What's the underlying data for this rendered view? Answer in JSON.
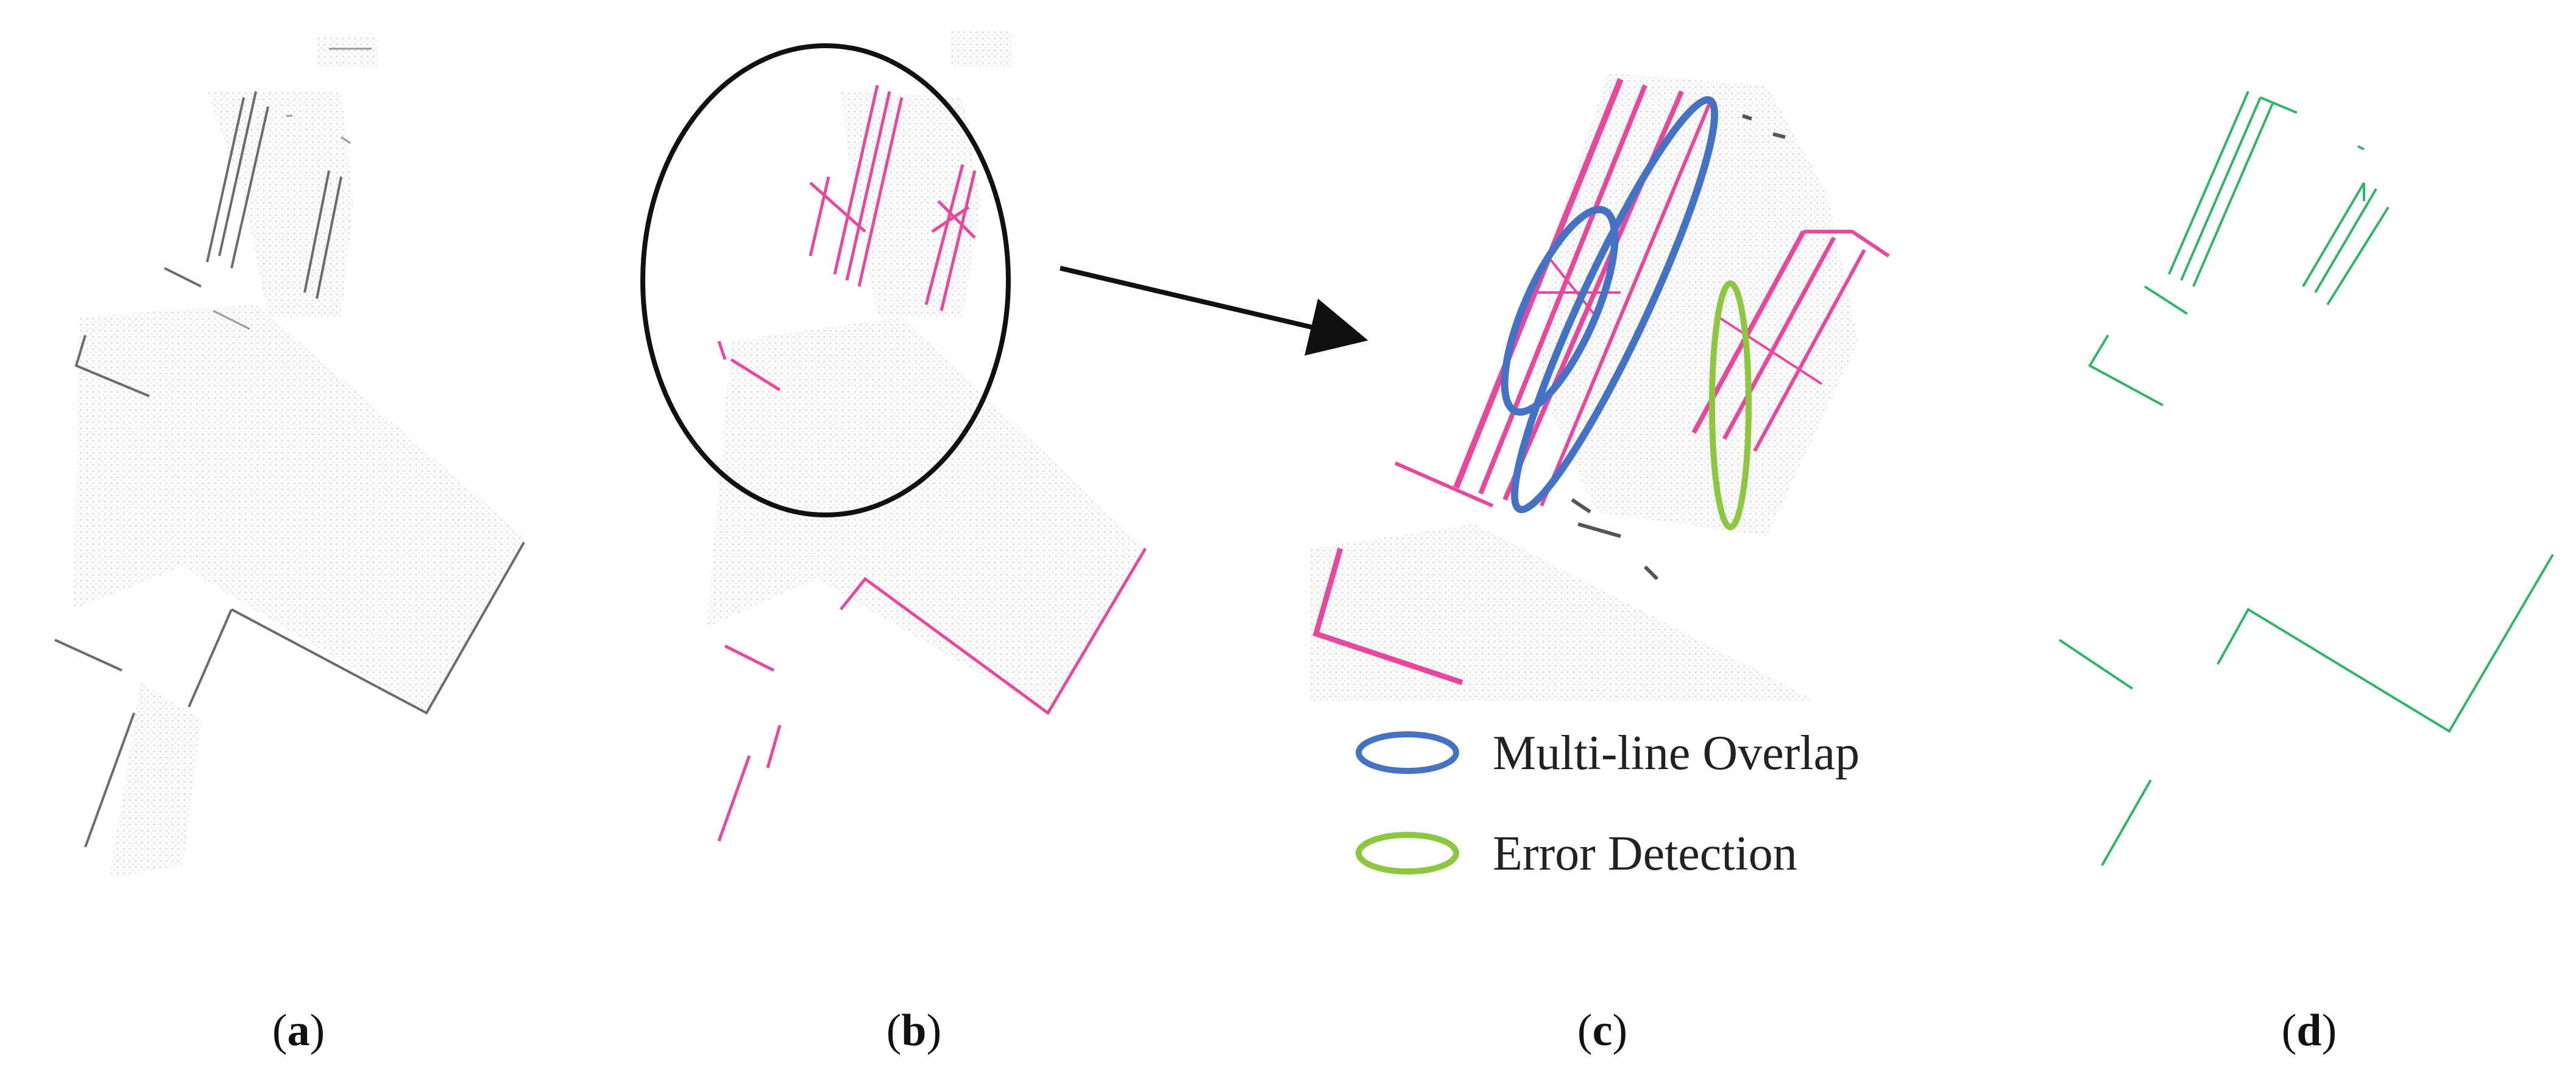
{
  "figure": {
    "panels": [
      {
        "id": "a",
        "label_open": "(",
        "letter": "a",
        "label_close": ")"
      },
      {
        "id": "b",
        "label_open": "(",
        "letter": "b",
        "label_close": ")"
      },
      {
        "id": "c",
        "label_open": "(",
        "letter": "c",
        "label_close": ")"
      },
      {
        "id": "d",
        "label_open": "(",
        "letter": "d",
        "label_close": ")"
      }
    ],
    "legend": [
      {
        "text": "Multi-line Overlap",
        "color": "#4472c4"
      },
      {
        "text": "Error Detection",
        "color": "#8dc63f"
      }
    ],
    "colors": {
      "raw_lines": "#6b6b6b",
      "detected_lines": "#e8489c",
      "vectorized_lines": "#2fb56a",
      "fill_texture": "#ececec",
      "circle_and_arrow": "#111111"
    }
  }
}
